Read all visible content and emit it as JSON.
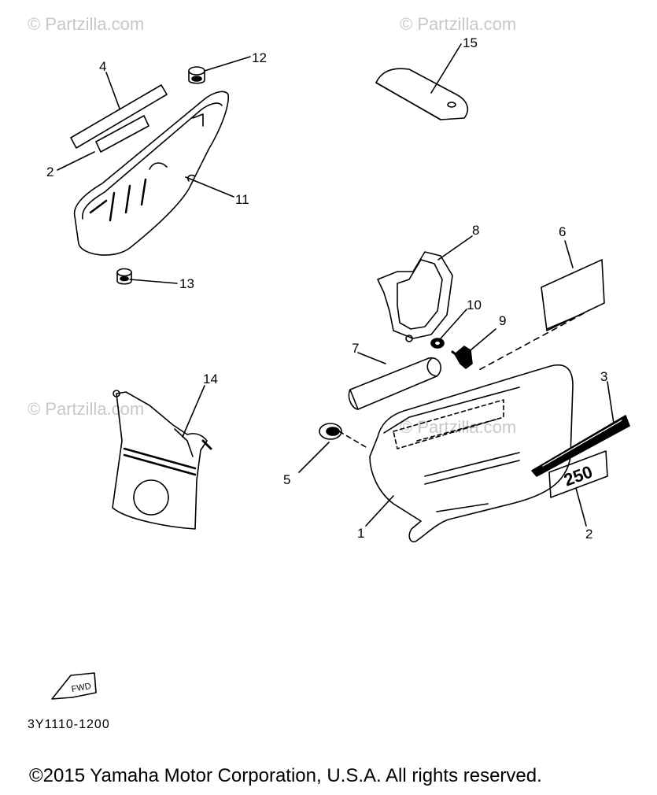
{
  "watermarks": [
    "© Partzilla.com",
    "© Partzilla.com",
    "© Partzilla.com",
    "© Partzilla.com"
  ],
  "callouts": {
    "c1": "1",
    "c2a": "2",
    "c2b": "2",
    "c3": "3",
    "c4": "4",
    "c5": "5",
    "c6": "6",
    "c7": "7",
    "c8": "8",
    "c9": "9",
    "c10": "10",
    "c11": "11",
    "c12": "12",
    "c13": "13",
    "c14": "14",
    "c15": "15"
  },
  "fwd_label": "FWD",
  "emblem_text": "250",
  "diagram_code": "3Y1110-1200",
  "copyright": "©2015 Yamaha Motor Corporation, U.S.A. All rights reserved.",
  "colors": {
    "line": "#000000",
    "watermark": "#c8c8c8",
    "background": "#ffffff"
  }
}
